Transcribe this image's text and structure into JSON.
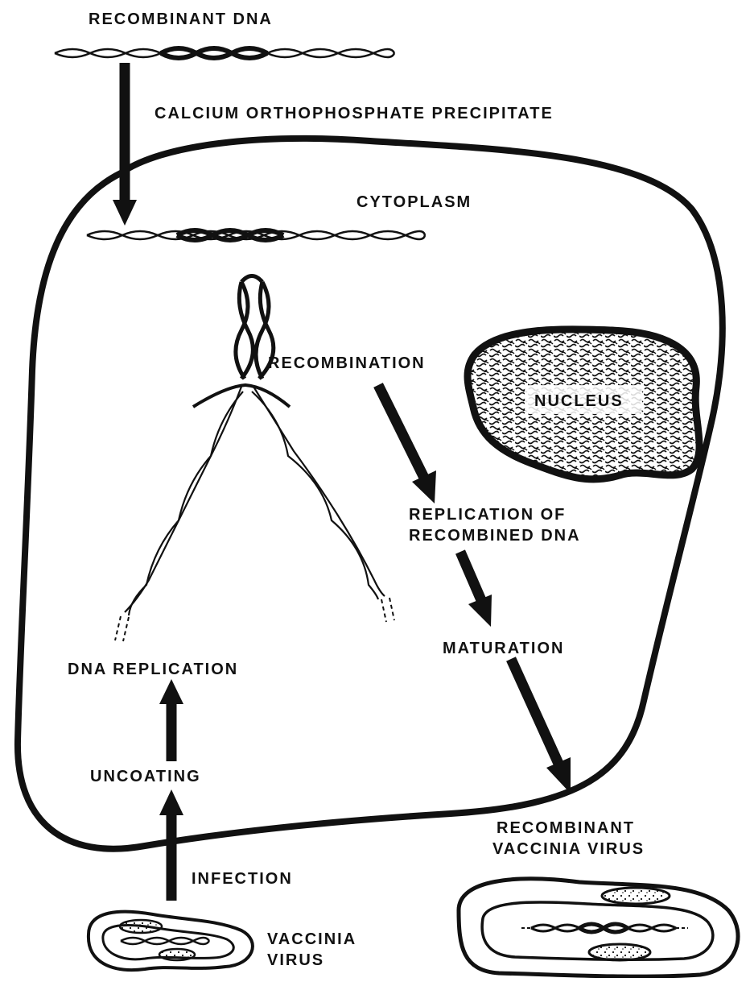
{
  "labels": {
    "recombinant_dna": "RECOMBINANT DNA",
    "precipitate": "CALCIUM ORTHOPHOSPHATE PRECIPITATE",
    "cytoplasm": "CYTOPLASM",
    "recombination": "RECOMBINATION",
    "nucleus": "NUCLEUS",
    "replication_line1": "REPLICATION OF",
    "replication_line2": "RECOMBINED DNA",
    "maturation": "MATURATION",
    "dna_replication": "DNA REPLICATION",
    "uncoating": "UNCOATING",
    "infection": "INFECTION",
    "recombinant_virus_line1": "RECOMBINANT",
    "recombinant_virus_line2": "VACCINIA VIRUS",
    "vaccinia_line1": "VACCINIA",
    "vaccinia_line2": "VIRUS"
  },
  "colors": {
    "ink": "#111111",
    "paper": "#ffffff"
  }
}
